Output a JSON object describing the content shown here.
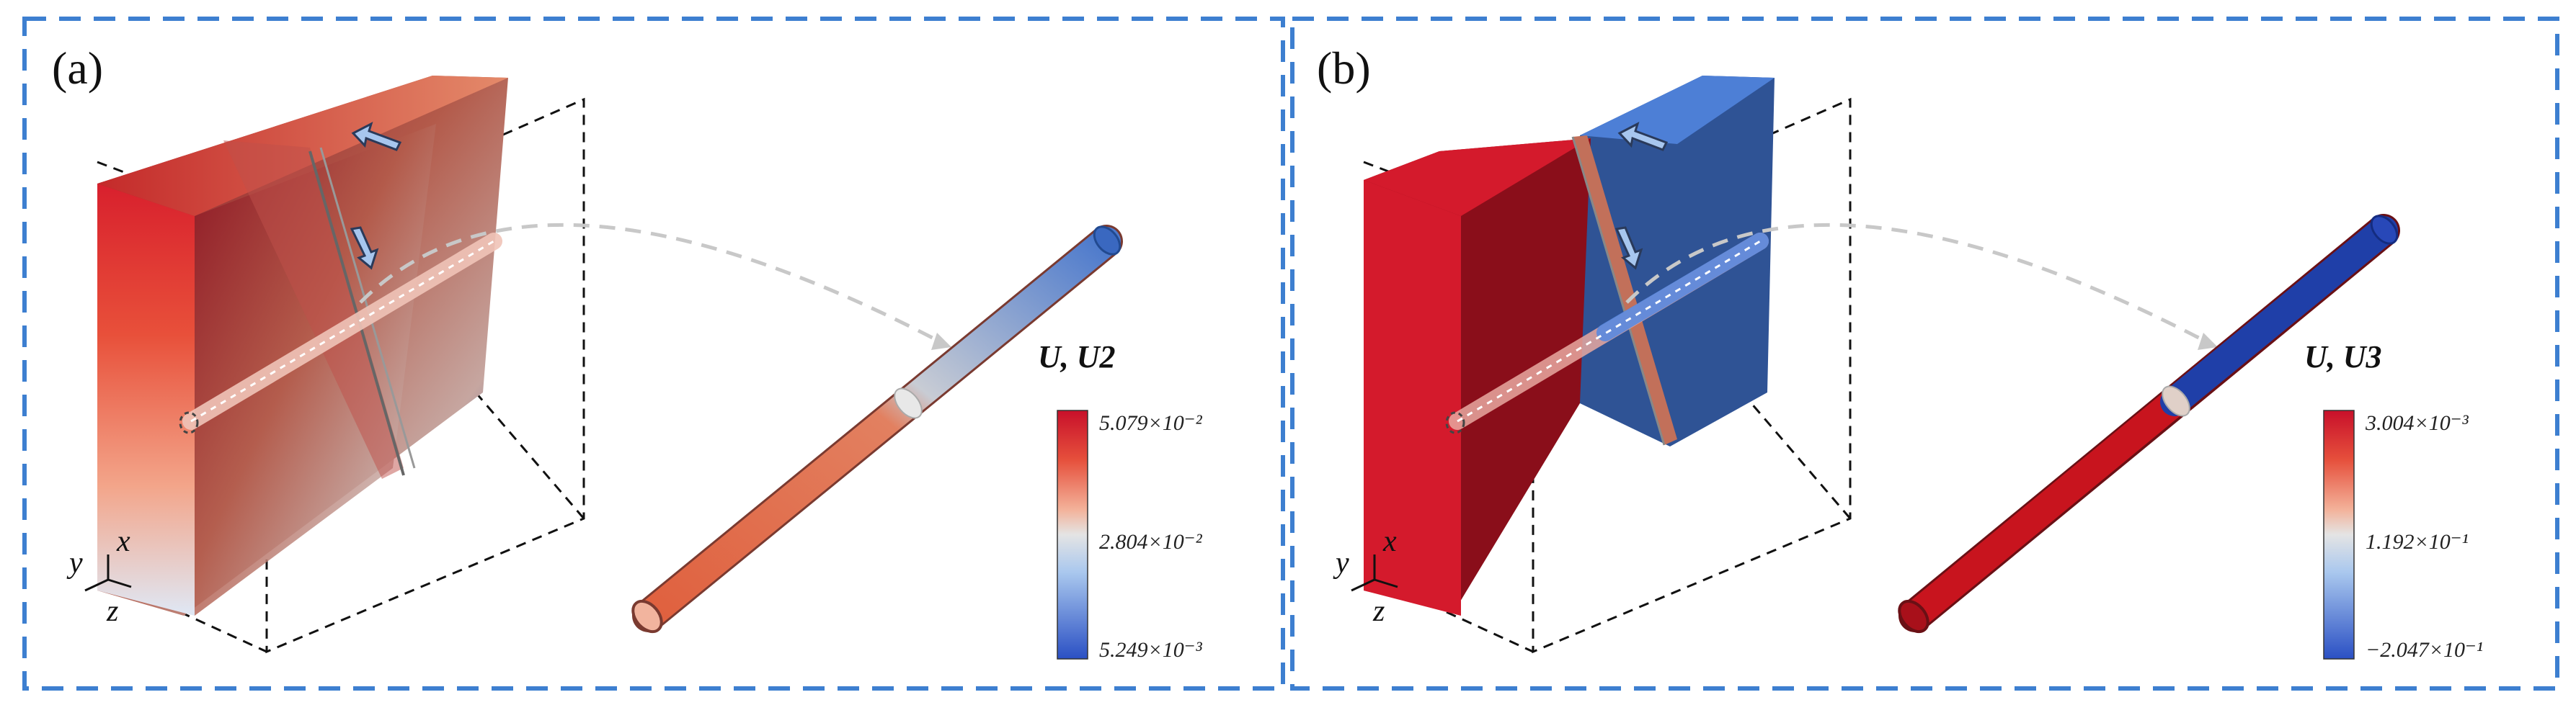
{
  "panels": [
    {
      "label": "(a)",
      "colorbar": {
        "title": "U, U2",
        "tick_max": "5.079×10⁻²",
        "tick_mid": "2.804×10⁻²",
        "tick_min": "5.249×10⁻³"
      }
    },
    {
      "label": "(b)",
      "colorbar": {
        "title": "U, U3",
        "tick_max": "3.004×10⁻³",
        "tick_mid": "1.192×10⁻¹",
        "tick_min": "−2.047×10⁻¹"
      }
    }
  ],
  "axes": {
    "x": "x",
    "y": "y",
    "z": "z"
  },
  "colors": {
    "border": "#3d7fd0",
    "red": "#d41a2c",
    "dark_red": "#8a0e1a",
    "blue": "#2f5395",
    "light_blue": "#4d7fd6",
    "orange": "#e06a4a"
  }
}
